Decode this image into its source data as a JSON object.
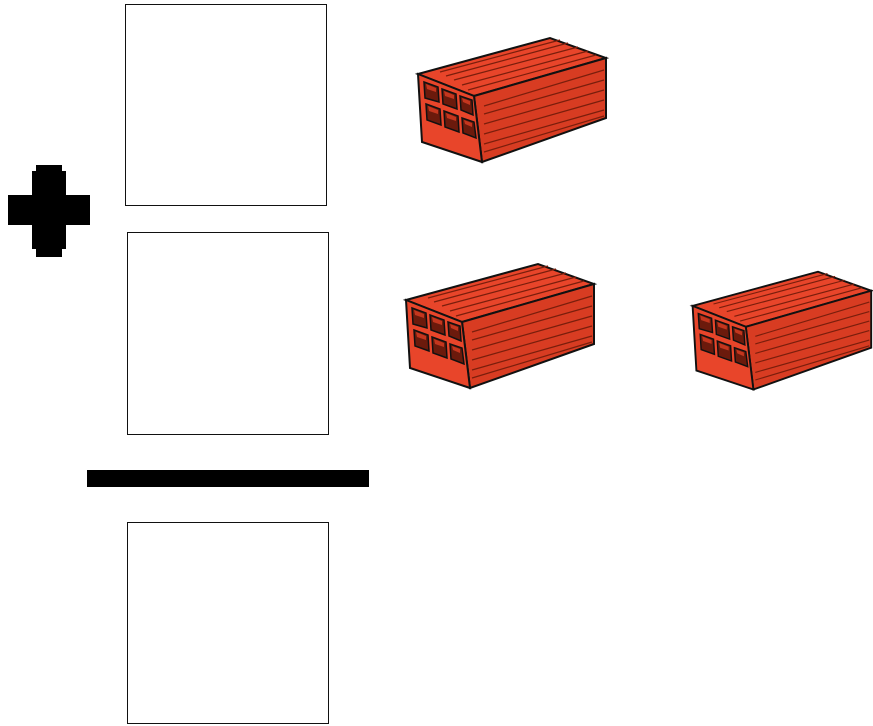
{
  "worksheet": {
    "operation": "addition",
    "operator_symbol_icon": "plus-icon",
    "rows": [
      {
        "answer_box": "empty",
        "brick_count": 1
      },
      {
        "answer_box": "empty",
        "brick_count": 2
      },
      {
        "answer_box": "empty",
        "brick_count": 0,
        "role": "sum"
      }
    ]
  },
  "colors": {
    "brick_face": "#E8452A",
    "brick_shadow": "#B83018",
    "brick_hole": "#6B1A0C",
    "outline": "#111111",
    "background": "#FFFFFF"
  }
}
